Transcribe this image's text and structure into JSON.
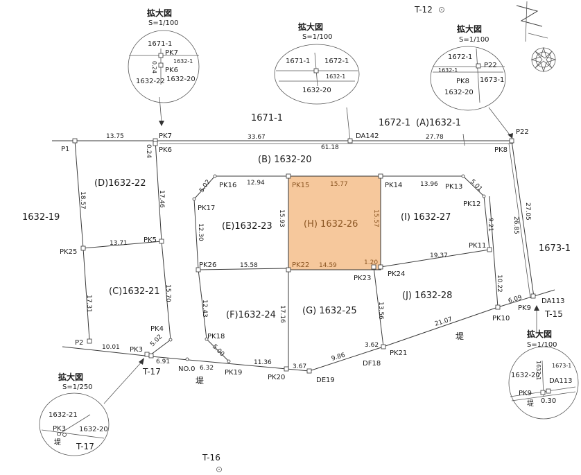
{
  "insets": {
    "pk7_detail": {
      "title": "拡大図",
      "scale": "S=1/100",
      "parcel_a": "1671-1",
      "point_a": "PK7",
      "parcel_b": "1632-1",
      "dist": "0.24",
      "point_b": "PK6",
      "parcel_c": "1632-22",
      "parcel_d": "1632-20"
    },
    "da142_detail": {
      "title": "拡大図",
      "scale": "S=1/100",
      "parcel_a": "1671-1",
      "parcel_b": "1672-1",
      "parcel_c": "1632-1",
      "parcel_d": "1632-20"
    },
    "pk8_detail": {
      "title": "拡大図",
      "scale": "S=1/100",
      "parcel_a": "1672-1",
      "point_a": "P22",
      "parcel_b": "1632-1",
      "point_b": "PK8",
      "parcel_c": "1673-1",
      "parcel_d": "1632-20"
    },
    "pk9_detail": {
      "title": "拡大図",
      "scale": "S=1/100",
      "parcel_a": "1632-20",
      "parcel_b": "1632-1",
      "parcel_c": "1673-1",
      "point_a": "DA113",
      "point_b": "PK9",
      "dist": "0.30",
      "levee": "堤"
    },
    "pk3_detail": {
      "title": "拡大図",
      "scale": "S=1/250",
      "parcel_a": "1632-21",
      "point_a": "PK3",
      "parcel_b": "1632-20",
      "levee": "堤",
      "station": "T-17"
    }
  },
  "stations": {
    "t12": "T-12",
    "t15": "T-15",
    "t16": "T-16",
    "t17": "T-17"
  },
  "parcels": {
    "p1671_1": "1671-1",
    "p1672_1": "1672-1",
    "a": "(A)1632-1",
    "b": "(B) 1632-20",
    "d": "(D)1632-22",
    "c": "(C)1632-21",
    "e": "(E)1632-23",
    "f": "(F)1632-24",
    "g": "(G) 1632-25",
    "h": "(H) 1632-26",
    "i": "(I) 1632-27",
    "j": "(J) 1632-28",
    "p1632_19": "1632-19",
    "p1673_1": "1673-1"
  },
  "points": {
    "P1": "P1",
    "PK7": "PK7",
    "PK6": "PK6",
    "DA142": "DA142",
    "P22": "P22",
    "PK8": "PK8",
    "PK16": "PK16",
    "PK15": "PK15",
    "PK14": "PK14",
    "PK13": "PK13",
    "PK12": "PK12",
    "PK17": "PK17",
    "PK25": "PK25",
    "PK5": "PK5",
    "PK11": "PK11",
    "PK26": "PK26",
    "PK22": "PK22",
    "PK23": "PK23",
    "PK24": "PK24",
    "DA113": "DA113",
    "PK9": "PK9",
    "PK10": "PK10",
    "PK4": "PK4",
    "PK18": "PK18",
    "P2": "P2",
    "PK3": "PK3",
    "PK19": "PK19",
    "PK20": "PK20",
    "DE19": "DE19",
    "DF18": "DF18",
    "PK21": "PK21",
    "NO0": "NO.0"
  },
  "distances": {
    "d1375": "13.75",
    "d3367": "33.67",
    "d6118": "61.18",
    "d2778": "27.78",
    "d024": "0.24",
    "d1294": "12.94",
    "d502a": "5.02",
    "d1577": "15.77",
    "d1396": "13.96",
    "d501": "5.01",
    "d1857": "18.57",
    "d1746": "17.46",
    "d2705": "27.05",
    "d2685": "26.85",
    "d1593": "15.93",
    "d1557": "15.57",
    "d1230": "12.30",
    "d921": "9.21",
    "d1371": "13.71",
    "d1558": "15.58",
    "d1459": "14.59",
    "d120": "1.20",
    "d1937": "19.37",
    "d1731": "17.31",
    "d1570": "15.70",
    "d1243": "12.43",
    "d1716": "17.16",
    "d1356": "13.56",
    "d1022": "10.22",
    "d609": "6.09",
    "d2107": "21.07",
    "d1001": "10.01",
    "d502b": "5.02",
    "d500": "5.00",
    "d691": "6.91",
    "d632": "6.32",
    "d1136": "11.36",
    "d367": "3.67",
    "d986": "9.86",
    "d362": "3.62"
  },
  "misc": {
    "levee": "堤"
  },
  "colors": {
    "highlight": "#f6c89c",
    "highlight_text": "#8a5522",
    "line": "#3a3a3a"
  },
  "icons": [
    "north-arrow-icon",
    "compass-rose-icon",
    "station-marker-icon"
  ]
}
